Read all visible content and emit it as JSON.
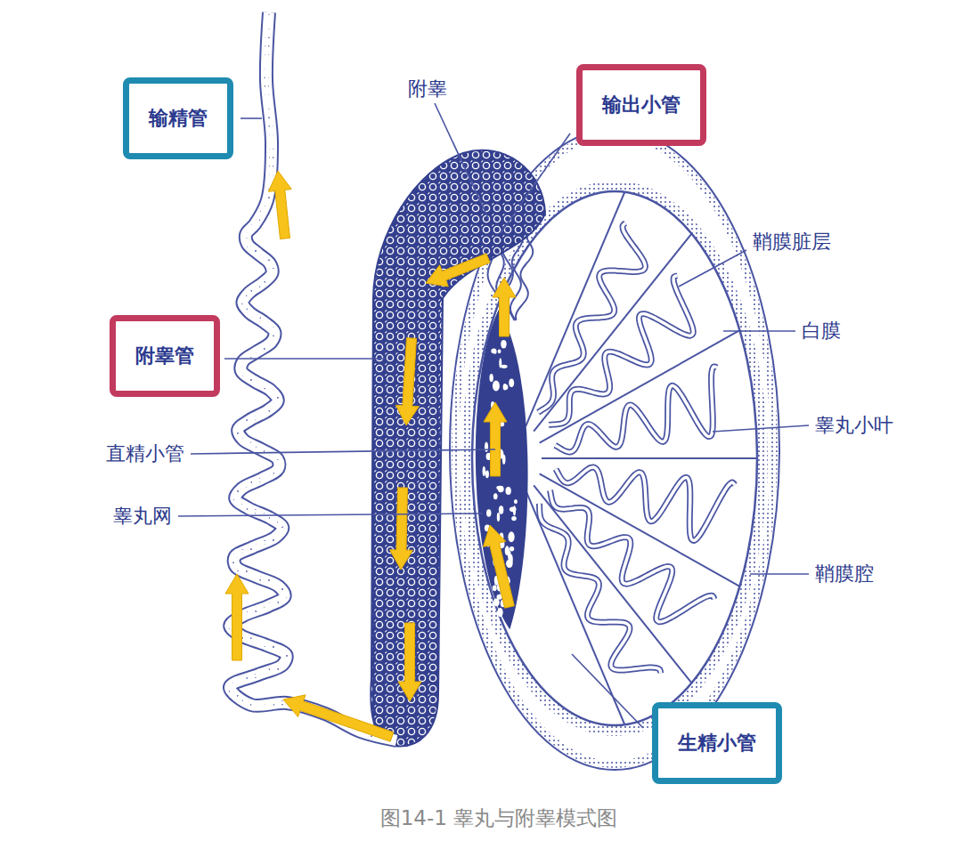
{
  "diagram": {
    "caption": "图14-1 睾丸与附睾模式图",
    "nodes": [
      {
        "text": [
          "输精管"
        ]
      },
      {
        "text": [
          "输出小管"
        ]
      },
      {
        "text": [
          "附睾管"
        ]
      },
      {
        "text": [
          "生精小管"
        ]
      }
    ],
    "labels": [
      "附睾",
      "鞘膜脏层",
      "白膜",
      "睾丸小叶",
      "直精小管",
      "睾丸网",
      "鞘膜腔"
    ]
  }
}
